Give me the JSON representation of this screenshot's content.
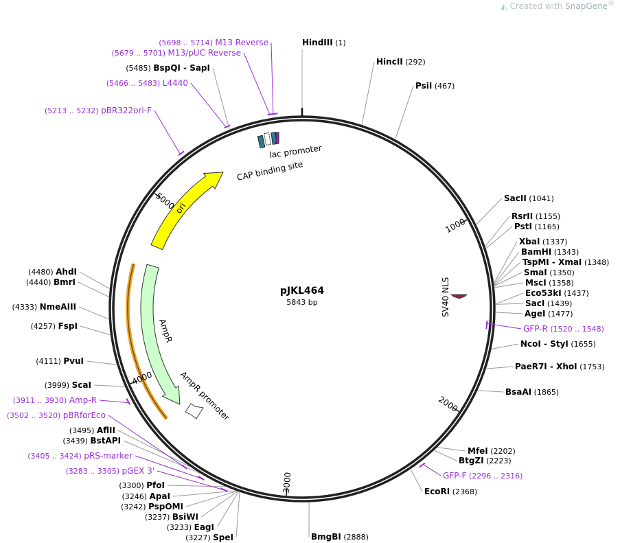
{
  "watermark": {
    "prefix": "Created with ",
    "brand": "SnapGene",
    "reg": "®"
  },
  "plasmid": {
    "name": "pJKL464",
    "length_label": "5843 bp",
    "length": 5843
  },
  "ticks": [
    "1000",
    "2000",
    "3000",
    "4000",
    "5000"
  ],
  "sites": [
    {
      "name": "HindIII",
      "pos": "(1)"
    },
    {
      "name": "HincII",
      "pos": "(292)"
    },
    {
      "name": "PsiI",
      "pos": "(467)"
    },
    {
      "name": "SacII",
      "pos": "(1041)"
    },
    {
      "name": "RsrII",
      "pos": "(1155)"
    },
    {
      "name": "PstI",
      "pos": "(1165)"
    },
    {
      "name": "XbaI",
      "pos": "(1337)"
    },
    {
      "name": "BamHI",
      "pos": "(1343)"
    },
    {
      "name": "TspMI  - XmaI",
      "pos": "(1348)"
    },
    {
      "name": "SmaI",
      "pos": "(1350)"
    },
    {
      "name": "MscI",
      "pos": "(1358)"
    },
    {
      "name": "Eco53kI",
      "pos": "(1437)"
    },
    {
      "name": "SacI",
      "pos": "(1439)"
    },
    {
      "name": "AgeI",
      "pos": "(1477)"
    },
    {
      "name": "NcoI  - StyI",
      "pos": "(1655)"
    },
    {
      "name": "PaeR7I  - XhoI",
      "pos": "(1753)"
    },
    {
      "name": "BsaAI",
      "pos": "(1865)"
    },
    {
      "name": "MfeI",
      "pos": "(2202)"
    },
    {
      "name": "BtgZI",
      "pos": "(2223)"
    },
    {
      "name": "EcoRI",
      "pos": "(2368)"
    },
    {
      "name": "BmgBI",
      "pos": "(2888)"
    },
    {
      "name": "BspQI  - SapI",
      "pos": "(5485)"
    },
    {
      "name": "AhdI",
      "pos": "(4480)"
    },
    {
      "name": "BmrI",
      "pos": "(4440)"
    },
    {
      "name": "NmeAIII",
      "pos": "(4333)"
    },
    {
      "name": "FspI",
      "pos": "(4257)"
    },
    {
      "name": "PvuI",
      "pos": "(4111)"
    },
    {
      "name": "ScaI",
      "pos": "(3999)"
    },
    {
      "name": "AflII",
      "pos": "(3495)"
    },
    {
      "name": "BstAPI",
      "pos": "(3439)"
    },
    {
      "name": "PfoI",
      "pos": "(3300)"
    },
    {
      "name": "ApaI",
      "pos": "(3246)"
    },
    {
      "name": "PspOMI",
      "pos": "(3242)"
    },
    {
      "name": "BsiWI",
      "pos": "(3237)"
    },
    {
      "name": "EagI",
      "pos": "(3233)"
    },
    {
      "name": "SpeI",
      "pos": "(3227)"
    }
  ],
  "primers": [
    {
      "name": "M13 Reverse",
      "range": "(5698 .. 5714)"
    },
    {
      "name": "M13/pUC Reverse",
      "range": "(5679 .. 5701)"
    },
    {
      "name": "L4440",
      "range": "(5466 .. 5483)"
    },
    {
      "name": "pBR322ori-F",
      "range": "(5213 .. 5232)"
    },
    {
      "name": "GFP-R",
      "range": "(1520 .. 1548)"
    },
    {
      "name": "GFP-F",
      "range": "(2296 .. 2316)"
    },
    {
      "name": "Amp-R",
      "range": "(3911 .. 3930)"
    },
    {
      "name": "pBRforEco",
      "range": "(3502 .. 3520)"
    },
    {
      "name": "pRS-marker",
      "range": "(3405 .. 3424)"
    },
    {
      "name": "pGEX 3'",
      "range": "(3283 .. 3305)"
    }
  ],
  "features": {
    "ori": "ori",
    "ampr": "AmpR",
    "ampr_promoter": "AmpR promoter",
    "lac_promoter": "lac promoter",
    "cap_site": "CAP binding site",
    "sv40": "SV40 NLS"
  },
  "colors": {
    "ori": "#ffff00",
    "ampr": "#ccffcc",
    "primer": "#9a2fd6",
    "sv40": "#8b2252",
    "lac": "#2e7c92",
    "orange": "#f0a830"
  }
}
